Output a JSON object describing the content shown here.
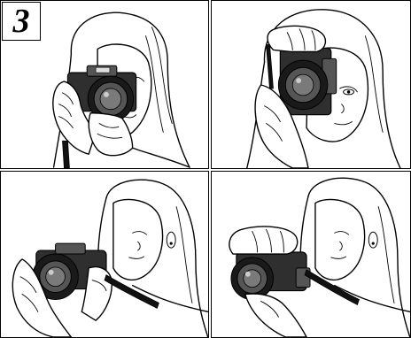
{
  "step_number": "3",
  "panels": [
    {
      "id": "top-left",
      "icon": "eye-to-viewfinder-hold-illustration"
    },
    {
      "id": "top-right",
      "icon": "vertical-hold-illustration"
    },
    {
      "id": "bottom-left",
      "icon": "lcd-monitor-hold-illustration"
    },
    {
      "id": "bottom-right",
      "icon": "lcd-monitor-alt-hold-illustration"
    }
  ]
}
